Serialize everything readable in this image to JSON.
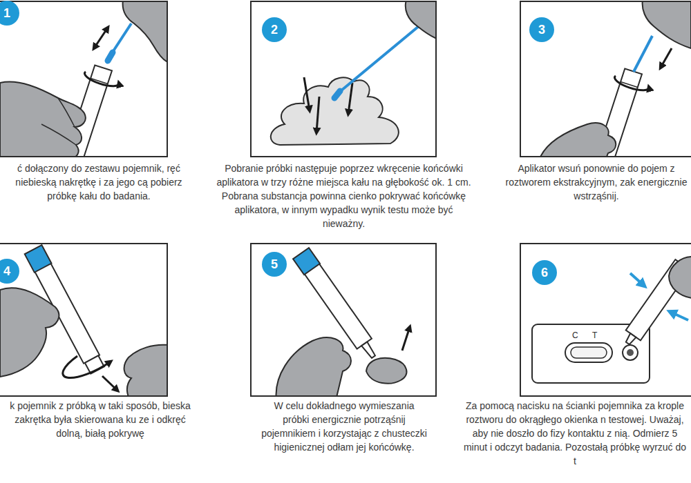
{
  "diagram": {
    "nodes": [
      {
        "text": [
          "ć dołączony do zestawu pojemnik, ręć niebieską nakrętkę i za jego cą pobierz próbkę kału do badania."
        ]
      },
      {
        "text": [
          "1"
        ],
        "in": 0
      },
      {
        "text": [
          "Pobranie próbki następuje poprzez wkręcenie końcówki aplikatora w trzy różne miejsca kału na głębokość ok. 1 cm. Pobrana substancja powinna cienko pokrywać końcówkę aplikatora, w innym wypadku wynik testu może być nieważny."
        ]
      },
      {
        "text": [
          "2"
        ],
        "in": 2
      },
      {
        "text": [
          "Aplikator wsuń ponownie do pojem z roztworem ekstrakcyjnym, zak energicznie wstrząśnij."
        ]
      },
      {
        "text": [
          "3"
        ],
        "in": 4
      },
      {
        "text": [
          "k pojemnik z próbką w taki sposób, bieska zakrętka była skierowana ku ze i odkręć dolną, białą pokrywę"
        ]
      },
      {
        "text": [
          "4"
        ],
        "in": 6
      },
      {
        "text": [
          "W celu dokładnego wymieszania próbki energicznie potrząśnij pojemnikiem i korzystając z chusteczki higienicznej odłam jej końcówkę."
        ]
      },
      {
        "text": [
          "5"
        ],
        "in": 8
      },
      {
        "text": [
          "Za pomocą nacisku na ścianki pojemnika za krople roztworu do okrągłego okienka n testowej. Uważaj, aby nie doszło do fizy kontaktu z nią. Odmierz 5 minut i odczyt badania. Pozostałą próbkę wyrzuć do t"
        ]
      },
      {
        "text": [
          "6"
        ],
        "in": 10
      }
    ],
    "labels": [
      "C",
      "T"
    ]
  }
}
